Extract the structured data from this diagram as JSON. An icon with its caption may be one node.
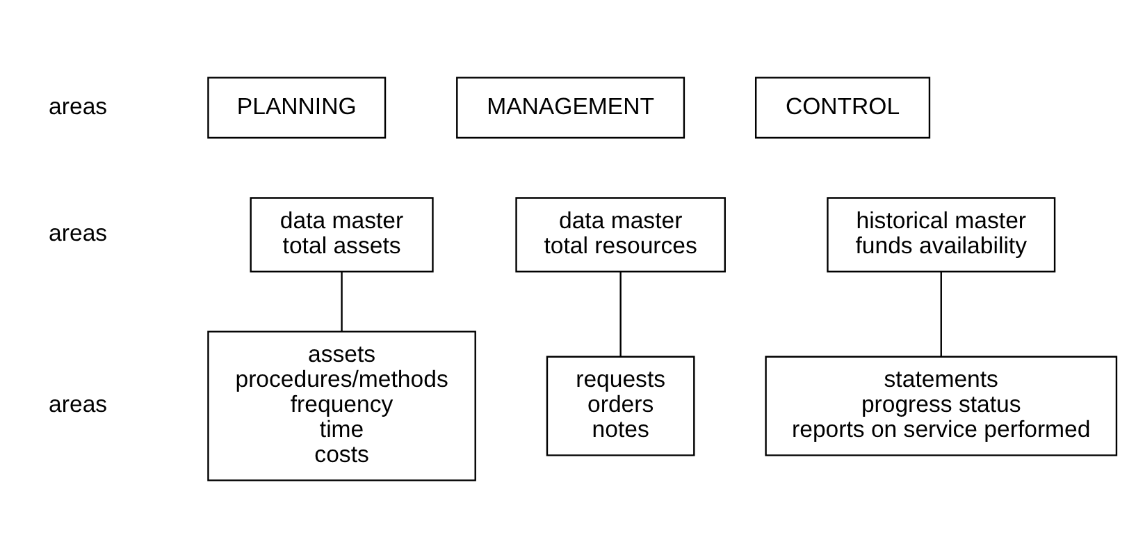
{
  "diagram": {
    "nodes": [
      {
        "text": [
          "PLANNING"
        ]
      },
      {
        "text": [
          "MANAGEMENT"
        ]
      },
      {
        "text": [
          "CONTROL"
        ]
      },
      {
        "text": [
          "data master",
          "total assets"
        ]
      },
      {
        "text": [
          "data master",
          "total resources"
        ]
      },
      {
        "text": [
          "historical master",
          "funds availability"
        ]
      },
      {
        "text": [
          "assets",
          "procedures/methods",
          "frequency",
          "time",
          "costs"
        ]
      },
      {
        "text": [
          "requests",
          "orders",
          "notes"
        ]
      },
      {
        "text": [
          "statements",
          "progress status",
          "reports on service performed"
        ]
      }
    ],
    "edges": [
      {
        "from": 3,
        "to": 6,
        "arrow": "none"
      },
      {
        "from": 4,
        "to": 7,
        "arrow": "none"
      },
      {
        "from": 5,
        "to": 8,
        "arrow": "none"
      }
    ],
    "labels": [
      "areas",
      "areas",
      "areas"
    ]
  }
}
